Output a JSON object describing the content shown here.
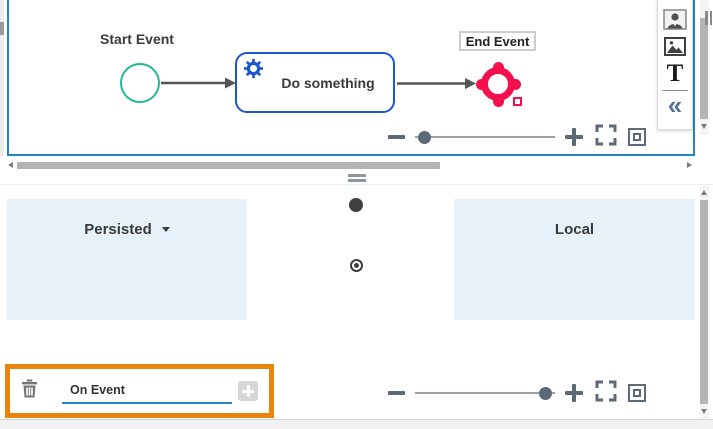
{
  "diagram": {
    "start_event": {
      "label": "Start Event",
      "color": "#23b795"
    },
    "task": {
      "label": "Do something",
      "color": "#1d57c8",
      "icon": "gear-icon"
    },
    "end_event": {
      "label": "End Event",
      "color": "#f4104d",
      "selected": true
    }
  },
  "side_toolbar": {
    "items": [
      {
        "icon": "participant-badge-icon"
      },
      {
        "icon": "image-icon"
      },
      {
        "icon": "text-tool-icon",
        "glyph": "T"
      },
      {
        "icon": "collapse-icon",
        "glyph": "«"
      }
    ]
  },
  "zoom_controls": {
    "icons": [
      "zoom-out-icon",
      "zoom-slider",
      "zoom-in-icon",
      "fullscreen-icon",
      "fit-view-icon"
    ],
    "top": {
      "position_fraction": 0.07
    },
    "bottom": {
      "position_fraction": 0.93
    }
  },
  "variable_panels": {
    "persisted": {
      "label": "Persisted",
      "has_dropdown": true
    },
    "local": {
      "label": "Local"
    }
  },
  "event_editor": {
    "value": "On Event",
    "icons": [
      "trash-icon",
      "add-icon"
    ],
    "highlighted": true
  },
  "colors": {
    "canvas_border": "#1f87c5",
    "task_blue": "#1d57c8",
    "start_green": "#23b795",
    "end_red": "#f4104d",
    "panel_blue": "#e6f1f9",
    "control_gray": "#5c6a78",
    "highlight_orange": "#e8840c",
    "input_underline": "#2188c9"
  }
}
